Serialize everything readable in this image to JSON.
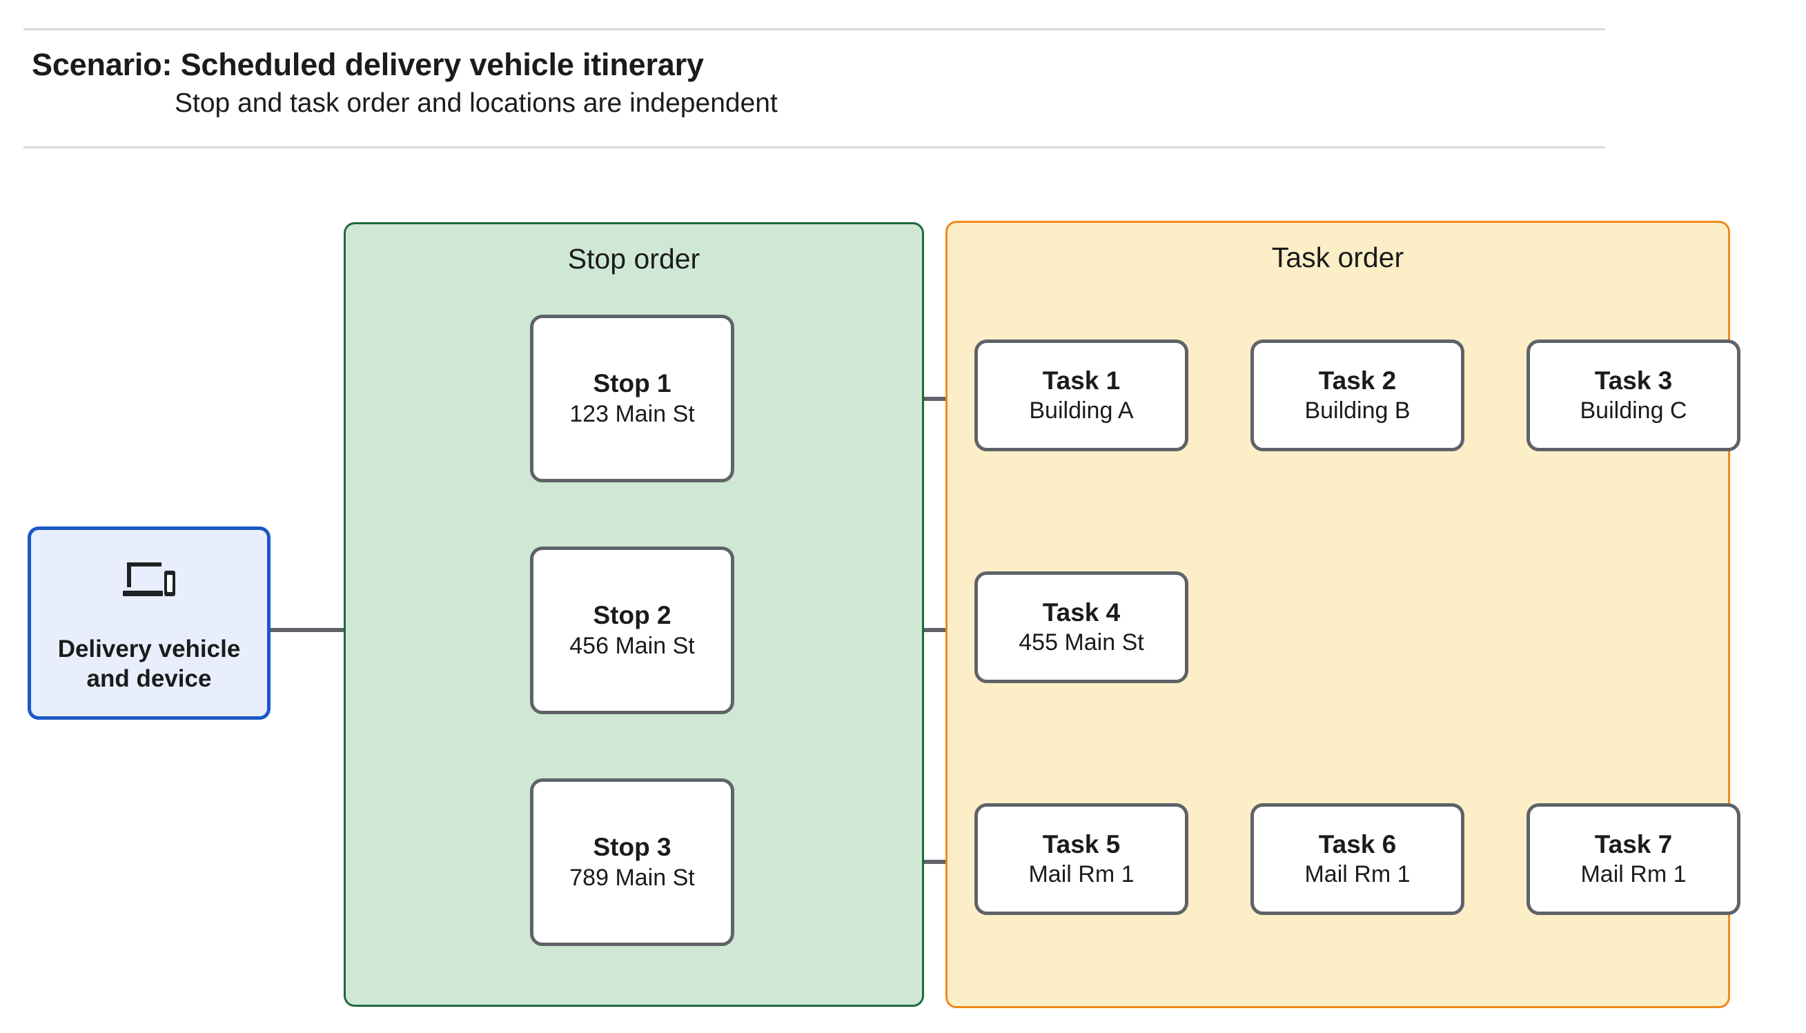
{
  "header": {
    "title": "Scenario: Scheduled delivery vehicle itinerary",
    "subtitle": "Stop and task order and locations are independent"
  },
  "device": {
    "icon": "devices-laptop-phone-icon",
    "label": "Delivery vehicle\nand device",
    "label_line_1": "Delivery vehicle",
    "label_line_2": "and device",
    "border_color": "#1a58c4",
    "fill_color": "#e8eefc"
  },
  "stop_panel": {
    "title": "Stop order",
    "fill_color": "#cfe8d5",
    "border_color": "#1b6b3a",
    "stops": [
      {
        "name": "Stop 1",
        "location": "123 Main St"
      },
      {
        "name": "Stop 2",
        "location": "456 Main St"
      },
      {
        "name": "Stop 3",
        "location": "789 Main St"
      }
    ]
  },
  "task_panel": {
    "title": "Task order",
    "fill_color": "#fcefc8",
    "border_color": "#f0891b",
    "rows": [
      {
        "tasks": [
          {
            "name": "Task 1",
            "location": "Building A"
          },
          {
            "name": "Task 2",
            "location": "Building B"
          },
          {
            "name": "Task 3",
            "location": "Building C"
          }
        ]
      },
      {
        "tasks": [
          {
            "name": "Task 4",
            "location": "455 Main St"
          }
        ]
      },
      {
        "tasks": [
          {
            "name": "Task 5",
            "location": "Mail Rm 1"
          },
          {
            "name": "Task 6",
            "location": "Mail Rm 1"
          },
          {
            "name": "Task 7",
            "location": "Mail Rm 1"
          }
        ]
      }
    ]
  },
  "connectors": {
    "line_color": "#5f6368",
    "node_border_color": "#5f6368"
  }
}
